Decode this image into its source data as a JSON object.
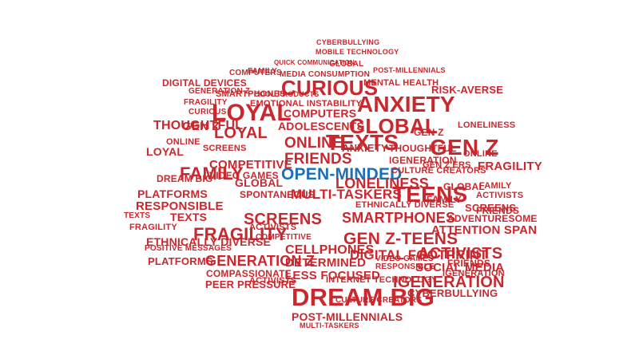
{
  "colors": {
    "primary": "#c9282e",
    "accent": "#1f6fb5",
    "light": "#d85a5e",
    "grey": "#b5b5b5",
    "background": "#ffffff"
  },
  "words": {
    "open_minded": "OPEN-MINDED",
    "curious": "CURIOUS",
    "anxiety": "ANXIETY",
    "loyal": "LOYAL",
    "global": "GLOBAL",
    "texts": "TEXTS",
    "online": "ONLINE",
    "friends": "FRIENDS",
    "gen_z": "GEN Z",
    "teens": "TEENS",
    "family": "FAMILY",
    "dream_big": "DREAM BIG",
    "fragility": "FRAGILITY",
    "generation_z": "GENERATION Z",
    "activists": "ACTIVISTS",
    "igeneration": "IGENERATION",
    "screens": "SCREENS",
    "smartphones": "SMARTPHONES",
    "loneliness": "LONELINESS",
    "multi_taskers": "MULTI-TASKERS",
    "gen_z_teens": "GEN Z-TEENS",
    "digital_footprint": "DIGITAL FOOTPRINT",
    "social_media": "SOCIAL MEDIA",
    "cellphones": "CELLPHONES",
    "determined": "DETERMINED",
    "less_focused": "LESS FOCUSED",
    "responsible": "RESPONSIBLE",
    "platforms": "PLATFORMS",
    "thoughtful": "THOUGHTFUL",
    "competitive": "COMPETITIVE",
    "video_games": "VIDEO GAMES",
    "spontaneous": "SPONTANEOUS",
    "computers": "COMPUTERS",
    "adolescents": "ADOLESCENTS",
    "ethnically_diverse": "ETHNICALLY DIVERSE",
    "compassionate": "COMPASSIONATE",
    "peer_pressure": "PEER PRESSURE",
    "post_millennials": "POST-MILLENNIALS",
    "cyberbullying": "CYBERBULLYING",
    "attention_span": "ATTENTION SPAN",
    "adventuresome": "ADVENTURESOME",
    "culture_creators": "CULTURE CREATORS",
    "gen_zers": "GEN Z'ERS",
    "risk_averse": "RISK-AVERSE",
    "mental_health": "MENTAL HEALTH",
    "digital_devices": "DIGITAL DEVICES",
    "emotional_instability": "EMOTIONAL INSTABILITY",
    "media_consumption": "MEDIA CONSUMPTION",
    "cool_products": "COOL PRODUCTS",
    "mobile_technology": "MOBILE TECHNOLOGY",
    "quick_communication": "QUICK COMMUNICATION",
    "internet_technology": "INTERNET TECHNOLOGY",
    "positive_messages": "POSITIVE MESSAGES",
    "anxiety_small": "ANXIETY",
    "global_small": "GLOBAL"
  }
}
